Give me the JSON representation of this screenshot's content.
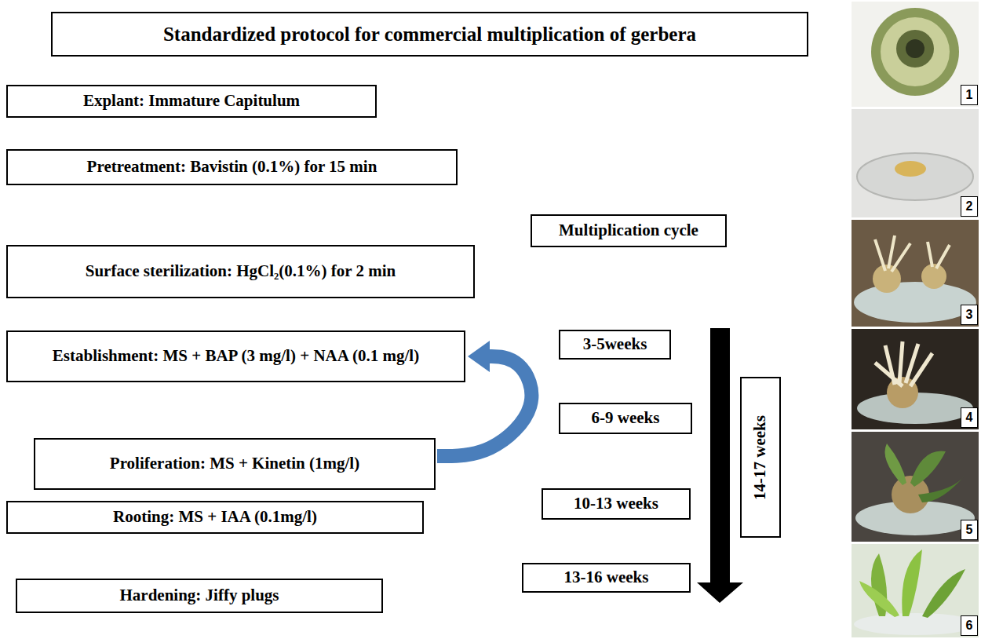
{
  "diagram": {
    "title": "Standardized protocol for commercial multiplication of gerbera",
    "nodes": [
      {
        "text": [
          "Explant: Immature Capitulum"
        ]
      },
      {
        "text": [
          "Pretreatment: Bavistin (0.1%) for 15 min"
        ]
      },
      {
        "text": [
          "Multiplication cycle"
        ]
      },
      {
        "text": [
          "Surface sterilization: HgCl₂(0.1%) for 2 min"
        ]
      },
      {
        "text": [
          "Establishment: MS + BAP (3 mg/l) + NAA (0.1 mg/l)"
        ]
      },
      {
        "text": [
          "3-5weeks"
        ]
      },
      {
        "text": [
          "Proliferation: MS + Kinetin (1mg/l)"
        ]
      },
      {
        "text": [
          "6-9 weeks"
        ]
      },
      {
        "text": [
          "Rooting: MS + IAA (0.1mg/l)"
        ]
      },
      {
        "text": [
          "10-13 weeks"
        ]
      },
      {
        "text": [
          "Hardening: Jiffy plugs"
        ]
      },
      {
        "text": [
          "13-16 weeks"
        ]
      },
      {
        "text": [
          "14-17 weeks"
        ]
      }
    ],
    "edges": [
      {
        "from": 6,
        "to": 4,
        "arrow": "to"
      }
    ],
    "labels": [
      "1",
      "2",
      "3",
      "4",
      "5",
      "6"
    ]
  }
}
